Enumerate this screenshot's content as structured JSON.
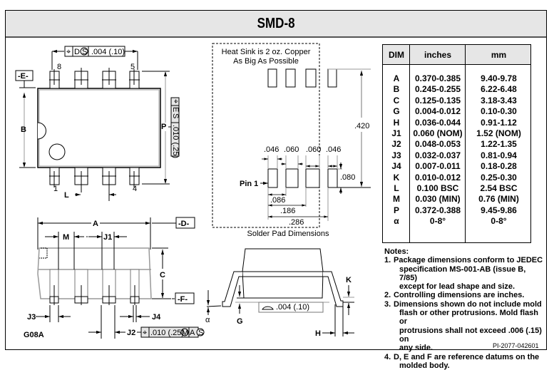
{
  "title": "SMD-8",
  "package_code": "G08A",
  "top_view": {
    "datum_e": "-E-",
    "dim_b": "B",
    "dim_p": "P",
    "dim_l": "L",
    "pin_labels": [
      "8",
      "5",
      "1",
      "4"
    ],
    "fcf_top": {
      "symbol": "⌖",
      "datum": "D",
      "modifier": "S",
      "tolerance": ".004 (.10)"
    },
    "fcf_side": {
      "symbol": "⌖",
      "datum": "E",
      "modifier": "S",
      "tolerance": ".010 (.25)"
    }
  },
  "side_view": {
    "datum_d": "-D-",
    "datum_f": "-F-",
    "dim_a": "A",
    "dim_m": "M",
    "dim_j1": "J1",
    "dim_c": "C",
    "dim_j3": "J3",
    "dim_j4": "J4",
    "dim_j2": "J2",
    "fcf_bottom": {
      "symbol": "⌖",
      "tolerance": ".010 (.25)",
      "modifier1": "M",
      "datum": "A",
      "modifier2": "S"
    }
  },
  "end_view": {
    "dim_alpha": "α",
    "dim_g": "G",
    "dim_k": "K",
    "dim_h": "H",
    "flatness": {
      "symbol": "⌓",
      "tolerance": ".004 (.10)"
    }
  },
  "solder_pad": {
    "heat_sink_line1": "Heat Sink is 2 oz. Copper",
    "heat_sink_line2": "As Big As Possible",
    "caption": "Solder Pad Dimensions",
    "pin1_label": "Pin 1",
    "dim_420": ".420",
    "pad_widths": [
      ".046",
      ".060",
      ".060",
      ".046"
    ],
    "pad_height": ".080",
    "offsets": [
      ".086",
      ".186",
      ".286"
    ]
  },
  "dim_table": {
    "headers": [
      "DIM",
      "inches",
      "mm"
    ],
    "rows": [
      [
        "A",
        "0.370-0.385",
        "9.40-9.78"
      ],
      [
        "B",
        "0.245-0.255",
        "6.22-6.48"
      ],
      [
        "C",
        "0.125-0.135",
        "3.18-3.43"
      ],
      [
        "G",
        "0.004-0.012",
        "0.10-0.30"
      ],
      [
        "H",
        "0.036-0.044",
        "0.91-1.12"
      ],
      [
        "J1",
        "0.060 (NOM)",
        "1.52 (NOM)"
      ],
      [
        "J2",
        "0.048-0.053",
        "1.22-1.35"
      ],
      [
        "J3",
        "0.032-0.037",
        "0.81-0.94"
      ],
      [
        "J4",
        "0.007-0.011",
        "0.18-0.28"
      ],
      [
        "K",
        "0.010-0.012",
        "0.25-0.30"
      ],
      [
        "L",
        "0.100 BSC",
        "2.54 BSC"
      ],
      [
        "M",
        "0.030 (MIN)",
        "0.76 (MIN)"
      ],
      [
        "P",
        "0.372-0.388",
        "9.45-9.86"
      ],
      [
        "α",
        "0-8°",
        "0-8°"
      ]
    ]
  },
  "notes": {
    "heading": "Notes:",
    "items": [
      {
        "num": "1.",
        "lines": [
          "Package dimensions conform to JEDEC",
          "specification MS-001-AB (issue B, 7/85)",
          "except for lead shape and size."
        ]
      },
      {
        "num": "2.",
        "lines": [
          "Controlling dimensions are inches."
        ]
      },
      {
        "num": "3.",
        "lines": [
          "Dimensions shown do not include mold",
          "flash or other protrusions.  Mold flash or",
          "protrusions shall not exceed .006 (.15) on",
          "any side."
        ]
      },
      {
        "num": "4.",
        "lines": [
          "D, E and F are reference datums on the",
          "molded body."
        ]
      }
    ]
  },
  "doc_number": "PI-2077-042601"
}
